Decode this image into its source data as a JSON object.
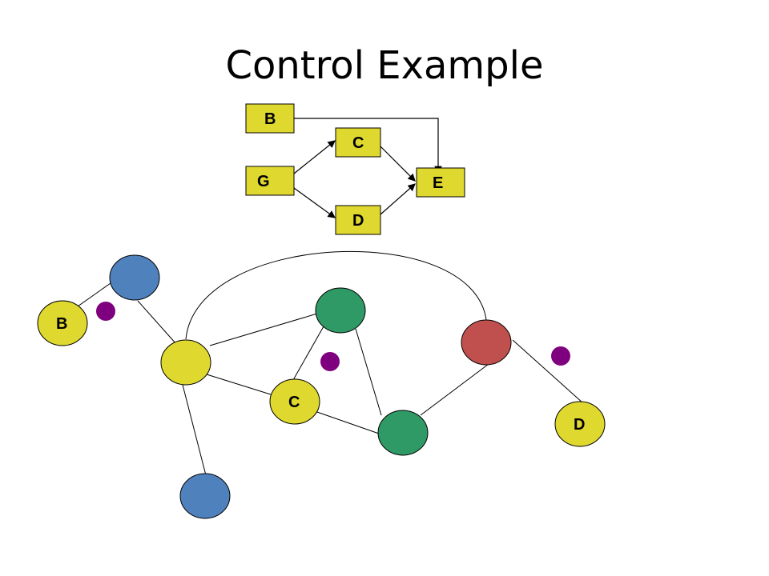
{
  "slide": {
    "title": "Control Example"
  },
  "colors": {
    "yellow": "#dfd82f",
    "blue": "#4f81bd",
    "green": "#2f9a66",
    "red": "#c0504d",
    "purple": "#7f007f",
    "line": "#000000"
  },
  "flow_diagram": {
    "boxes": {
      "b": "B",
      "c": "C",
      "g": "G",
      "d": "D",
      "e": "E"
    }
  },
  "network": {
    "labels": {
      "b": "B",
      "c": "C",
      "d": "D"
    }
  }
}
